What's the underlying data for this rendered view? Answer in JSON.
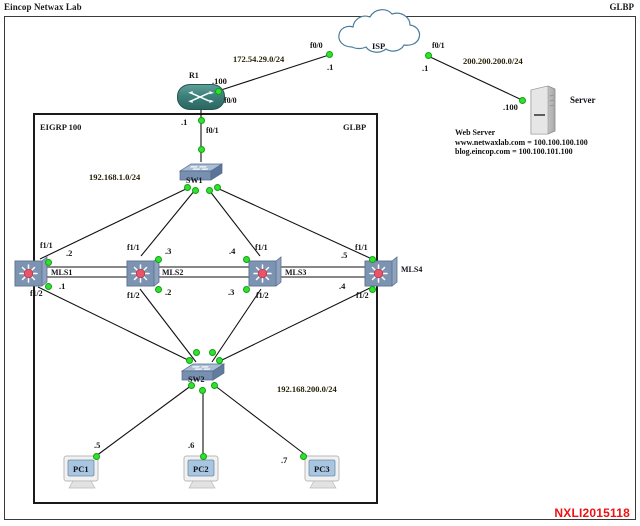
{
  "header": {
    "title": "Eincop Netwax Lab",
    "right_label": "GLBP"
  },
  "zones": {
    "eigrp": "EIGRP 100",
    "glbp": "GLBP"
  },
  "networks": {
    "wan_left": "172.54.29.0/24",
    "wan_right": "200.200.200.0/24",
    "lan_core": "192.168.1.0/24",
    "lan_access": "192.168.200.0/24"
  },
  "devices": {
    "isp": "ISP",
    "r1": "R1",
    "server": "Server",
    "sw1": "SW1",
    "sw2": "SW2",
    "mls1": "MLS1",
    "mls2": "MLS2",
    "mls3": "MLS3",
    "mls4": "MLS4",
    "pc1": "PC1",
    "pc2": "PC2",
    "pc3": "PC3"
  },
  "interfaces": {
    "r1_f00": "f0/0",
    "r1_f01": "f0/1",
    "isp_f00": "f0/0",
    "isp_f01": "f0/1",
    "mls1_f11": "f1/1",
    "mls1_f12": "f1/2",
    "mls2_f11": "f1/1",
    "mls2_f12": "f1/2",
    "mls3_f11": "f1/1",
    "mls3_f12": "f1/2",
    "mls4_f11": "f1/1",
    "mls4_f12": "f1/2"
  },
  "addresses": {
    "r1_f00_ip": ".100",
    "isp_f00_ip": ".1",
    "isp_f01_ip": ".1",
    "server_ip": ".100",
    "r1_f01_ip": ".1",
    "mls1_f11_ip": ".2",
    "mls1_f12_ip": ".1",
    "mls2_f11_ip": ".3",
    "mls2_f12_ip": ".2",
    "mls3_f11_ip": ".4",
    "mls3_f12_ip": ".3",
    "mls4_f11_ip": ".5",
    "mls4_f12_ip": ".4",
    "pc1_ip": ".5",
    "pc2_ip": ".6",
    "pc3_ip": ".7"
  },
  "web_server": {
    "title": "Web Server",
    "line1": "www.netwaxlab.com =  100.100.100.100",
    "line2": "blog.eincop.com =  100.100.101.100"
  },
  "watermark": "NXLI2015118",
  "colors": {
    "link_dot": "#2ee22e",
    "router_body": "#3d807a",
    "mls_body": "#7b93b4",
    "watermark": "#f01010"
  }
}
